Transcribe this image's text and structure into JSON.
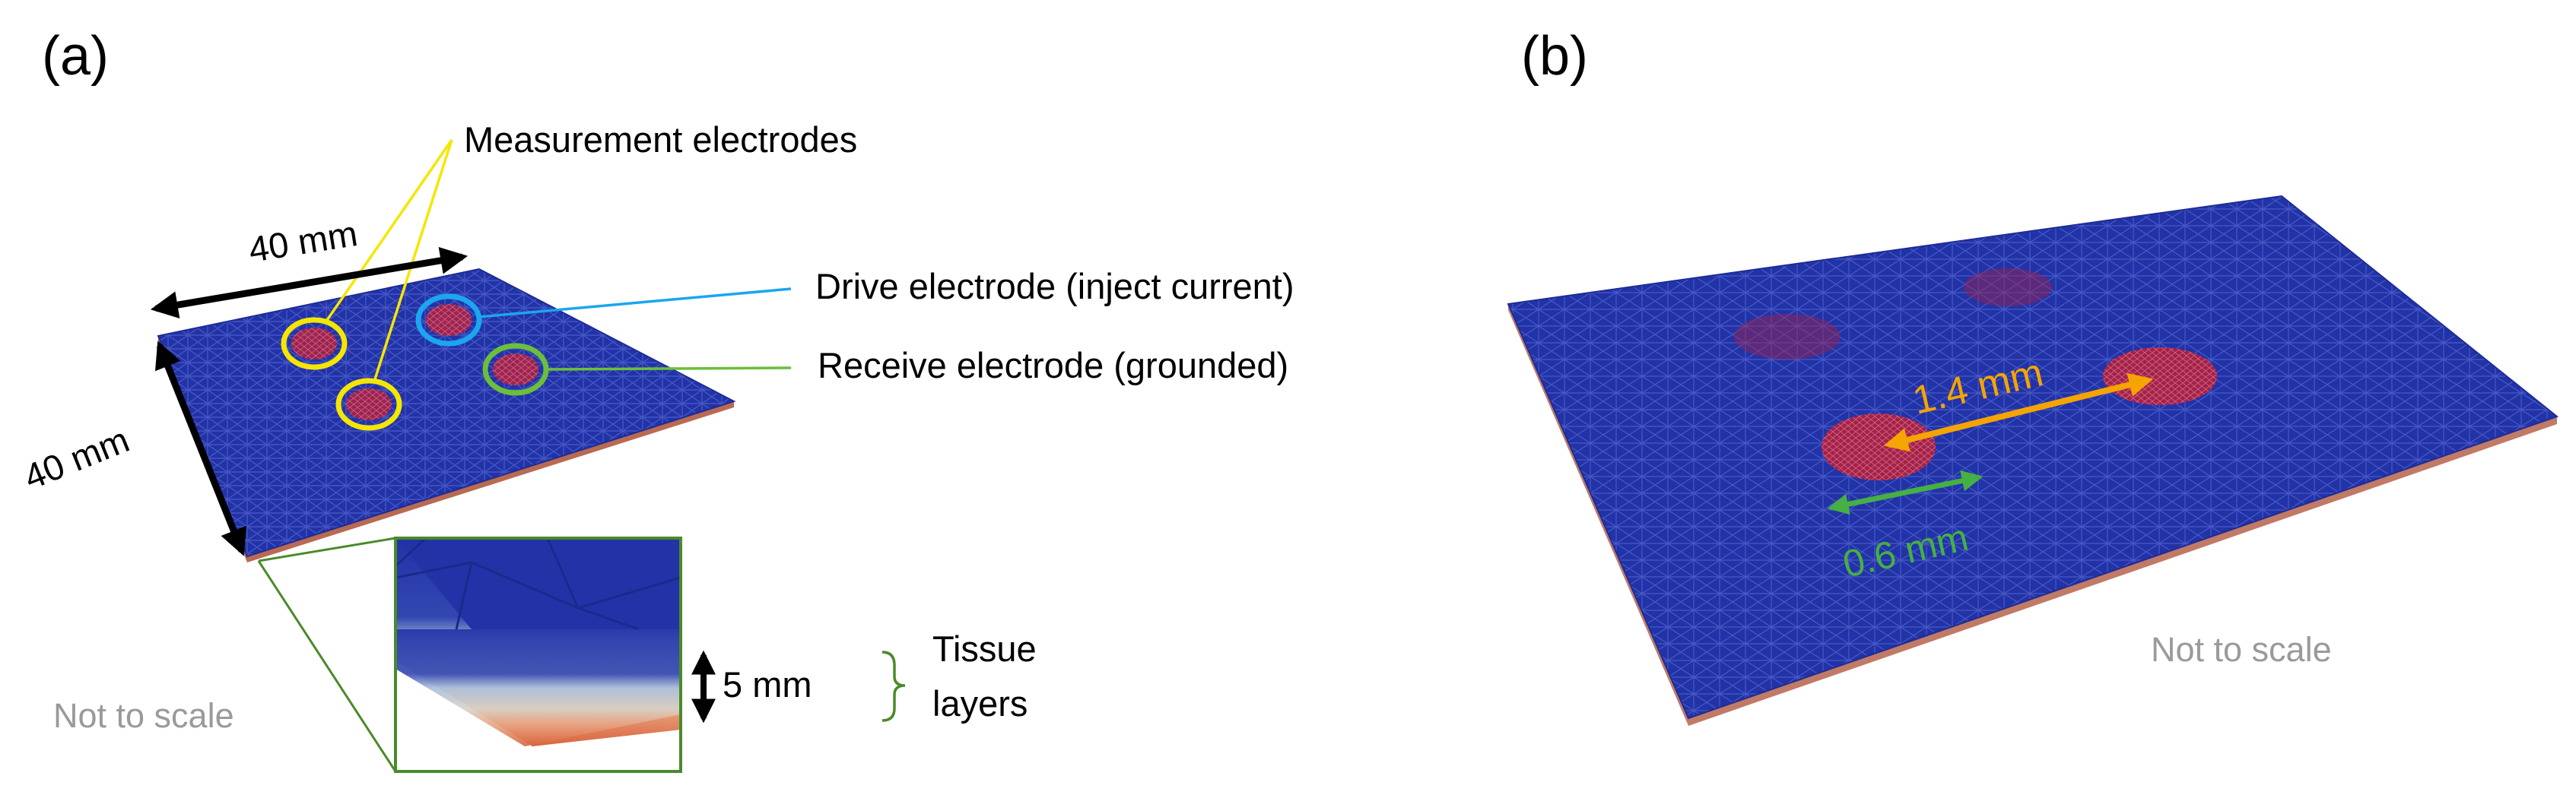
{
  "panel_a": {
    "label": "(a)",
    "measurement_label": "Measurement electrodes",
    "drive_label": "Drive electrode (inject current)",
    "receive_label": "Receive electrode (grounded)",
    "dim_top": "40 mm",
    "dim_left": "40 mm",
    "thickness": "5 mm",
    "tissue_line1": "Tissue",
    "tissue_line2": "layers",
    "note": "Not to scale"
  },
  "panel_b": {
    "label": "(b)",
    "spacing": "1.4 mm",
    "diameter": "0.6 mm",
    "note": "Not to scale"
  },
  "colors": {
    "mesh_blue": "#2233a8",
    "electrode_red": "#b01f3c",
    "measurement_circle": "#f5e600",
    "drive_circle": "#1aa6f0",
    "receive_circle": "#6bbf3a",
    "orange_arrow": "#f5a400",
    "green_arrow": "#45b043",
    "note_grey": "#9a9a9a",
    "inset_border": "#4a8a2a",
    "tissue_bottom": "#d9643c"
  }
}
